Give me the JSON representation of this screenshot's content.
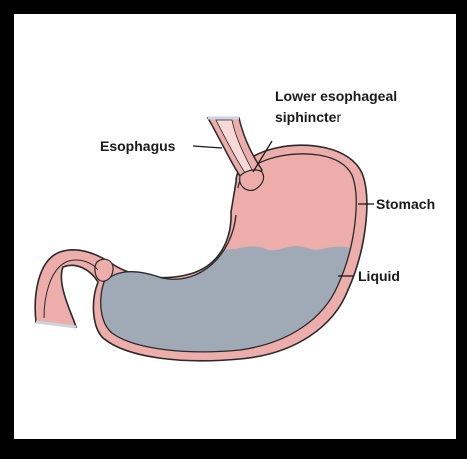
{
  "diagram": {
    "labels": {
      "esophagus": "Esophagus",
      "sphincter_line1": "Lower esophageal",
      "sphincter_line2_bold": "siphincte",
      "sphincter_line2_regular": "r",
      "stomach": "Stomach",
      "liquid": "Liquid"
    },
    "colors": {
      "frame": "#000000",
      "tissue": "#ecadab",
      "liquid": "#9faab6",
      "outline": "#2a2a2a",
      "esophagus_lumen": "#f7dad7"
    }
  }
}
